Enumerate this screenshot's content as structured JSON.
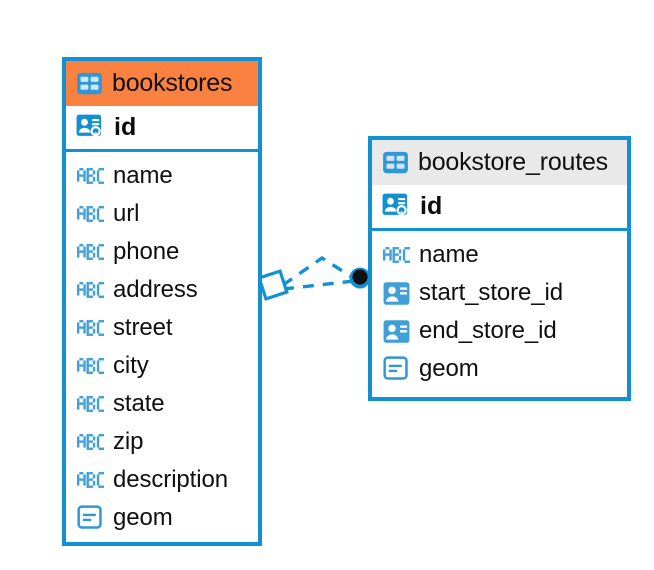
{
  "diagram": {
    "type": "entity-relationship-diagram",
    "background_color": "#ffffff",
    "accent_color": "#1191d1",
    "highlight_color": "#fb8140"
  },
  "entities": [
    {
      "name": "bookstores",
      "header_color": "#fb8140",
      "icon": "table-icon",
      "primary_key": {
        "label": "id",
        "icon": "primary-key-icon"
      },
      "fields": [
        {
          "label": "name",
          "icon": "abc-text-icon"
        },
        {
          "label": "url",
          "icon": "abc-text-icon"
        },
        {
          "label": "phone",
          "icon": "abc-text-icon"
        },
        {
          "label": "address",
          "icon": "abc-text-icon"
        },
        {
          "label": "street",
          "icon": "abc-text-icon"
        },
        {
          "label": "city",
          "icon": "abc-text-icon"
        },
        {
          "label": "state",
          "icon": "abc-text-icon"
        },
        {
          "label": "zip",
          "icon": "abc-text-icon"
        },
        {
          "label": "description",
          "icon": "abc-text-icon"
        },
        {
          "label": "geom",
          "icon": "geometry-icon"
        }
      ]
    },
    {
      "name": "bookstore_routes",
      "header_color": "#e9e9e9",
      "icon": "table-icon",
      "primary_key": {
        "label": "id",
        "icon": "primary-key-icon"
      },
      "fields": [
        {
          "label": "name",
          "icon": "abc-text-icon"
        },
        {
          "label": "start_store_id",
          "icon": "foreign-key-icon"
        },
        {
          "label": "end_store_id",
          "icon": "foreign-key-icon"
        },
        {
          "label": "geom",
          "icon": "geometry-icon"
        }
      ]
    }
  ],
  "relationships": [
    {
      "from_entity": "bookstores",
      "from_field": "id",
      "to_entity": "bookstore_routes",
      "to_field": "start_store_id",
      "line_style": "dashed",
      "color": "#1191d1",
      "source_marker": "diamond-outline",
      "target_marker": "filled-circle"
    },
    {
      "from_entity": "bookstores",
      "from_field": "id",
      "to_entity": "bookstore_routes",
      "to_field": "end_store_id",
      "line_style": "dashed",
      "color": "#1191d1",
      "source_marker": "diamond-outline",
      "target_marker": "filled-circle"
    }
  ]
}
